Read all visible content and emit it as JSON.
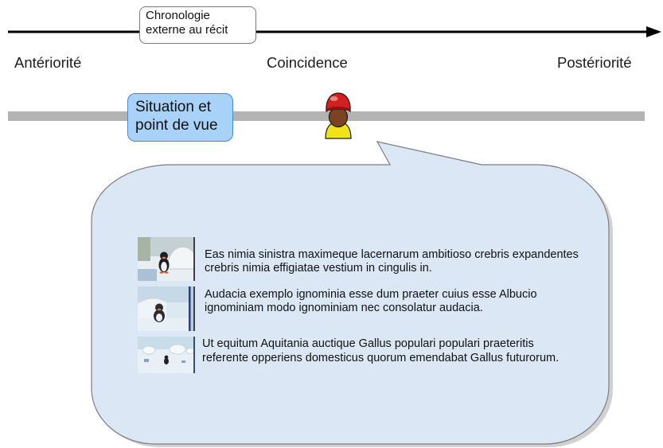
{
  "colors": {
    "timeline-arrow": "#000000",
    "timeline-bar": "#b3b3b3",
    "situation-fill": "#a9d2f8",
    "situation-border": "#4f87c4",
    "bubble-fill": "#dbe7f4",
    "bubble-border": "#7d7d7d",
    "character-cap": "#d21f1f",
    "character-face": "#7b4324",
    "character-body": "#f1e21c"
  },
  "icons": {
    "character": "person-icon",
    "arrowhead": "arrow-right-icon"
  },
  "external_chronology": {
    "lines": [
      "Chronologie",
      "externe au récit"
    ]
  },
  "timeline_labels": {
    "anteriority": "Antériorité",
    "coincidence": "Coincidence",
    "posteriority": "Postériorité"
  },
  "situation_box": {
    "lines": [
      "Situation et",
      "point de vue"
    ]
  },
  "speech_bubble": {
    "items": [
      {
        "lines": [
          "Eas nimia sinistra maximeque lacernarum ambitioso crebris expandentes",
          "crebris nimia effigiatae vestium in cingulis in."
        ]
      },
      {
        "lines": [
          "Audacia exemplo ignominia esse dum praeter cuius esse Albucio",
          "ignominiam modo ignominiam nec consolatur audacia."
        ]
      },
      {
        "lines": [
          "Ut equitum Aquitania auctique Gallus populari populari praeteritis",
          "referente opperiens domesticus quorum emendabat Gallus futurorum."
        ]
      }
    ]
  }
}
